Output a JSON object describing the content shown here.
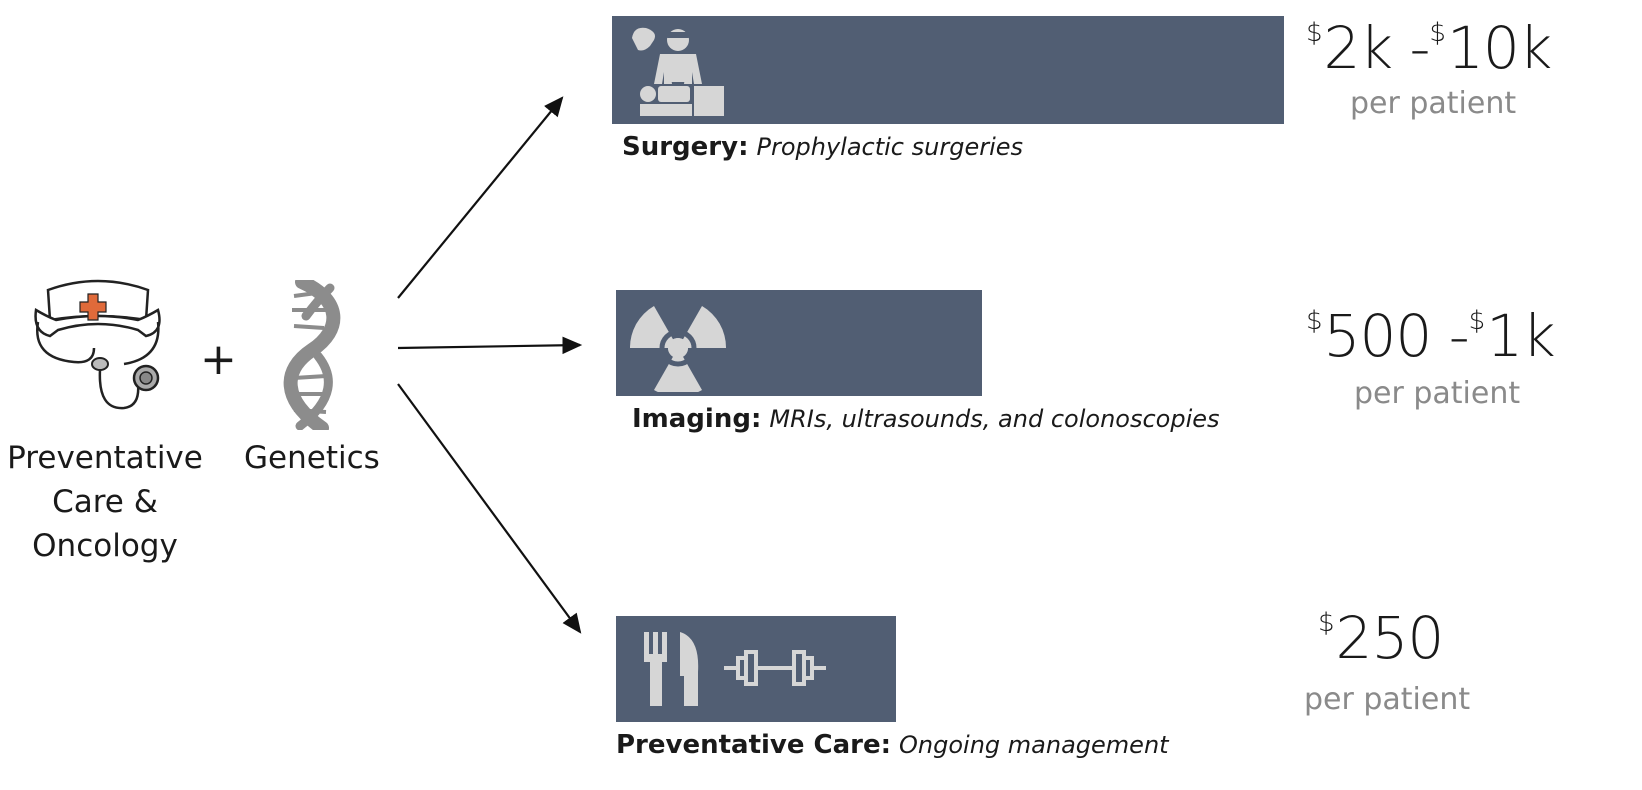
{
  "left": {
    "oncology_label": "Preventative Care & Oncology",
    "oncology_lines": [
      "Preventative",
      "Care &",
      "Oncology"
    ],
    "plus": "+",
    "genetics_label": "Genetics"
  },
  "categories": [
    {
      "title": "Surgery:",
      "description": "Prophylactic surgeries",
      "price": {
        "low": "2k",
        "sep": " -",
        "high": "10k",
        "currency": "$"
      },
      "per": "per patient",
      "icons": [
        "surgeon-icon"
      ]
    },
    {
      "title": "Imaging:",
      "description": "MRIs, ultrasounds, and colonoscopies",
      "price": {
        "low": "500",
        "sep": " -",
        "high": "1k",
        "currency": "$"
      },
      "per": "per patient",
      "icons": [
        "radiation-icon"
      ]
    },
    {
      "title": "Preventative Care:",
      "description": "Ongoing management",
      "price": {
        "low": "250",
        "currency": "$"
      },
      "per": "per patient",
      "icons": [
        "fork-knife-icon",
        "dumbbell-icon"
      ]
    }
  ],
  "colors": {
    "bar": "#515e73",
    "icon": "#d6d6d6",
    "per_text": "#8a8a8a"
  }
}
